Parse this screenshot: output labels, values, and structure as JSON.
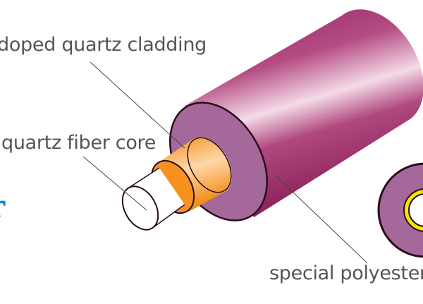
{
  "labels": {
    "cladding": "doped quartz cladding",
    "core": "quartz fiber core",
    "coating": "special polyester"
  },
  "partial_text": "r",
  "colors": {
    "coating": "#a0306a",
    "coating_end": "#a5689b",
    "core": "#f7921e",
    "ring": "#f3e600",
    "label": "#555555",
    "accent": "#1a8ad4"
  }
}
